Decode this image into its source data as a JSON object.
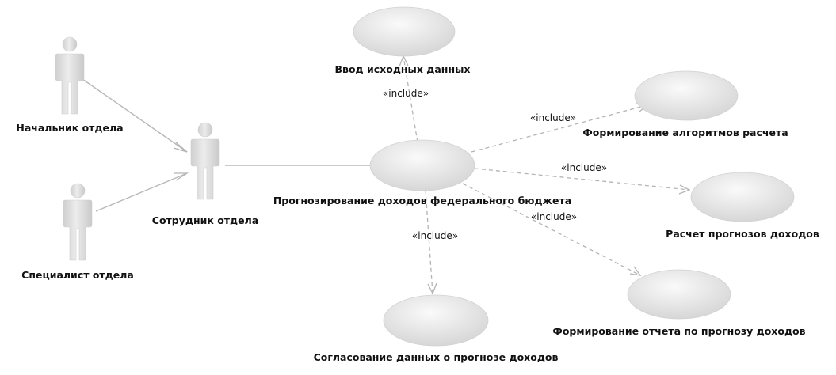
{
  "actors": {
    "head": "Начальник отдела",
    "specialist": "Специалист отдела",
    "employee": "Сотрудник отдела"
  },
  "use_cases": {
    "input": "Ввод исходных данных",
    "algorithms": "Формирование алгоритмов расчета",
    "main": "Прогнозирование доходов федерального бюджета",
    "calc": "Расчет прогнозов доходов",
    "report": "Формирование отчета по прогнозу доходов",
    "approval": "Согласование данных о прогнозе доходов"
  },
  "relations": {
    "include_input": "«include»",
    "include_algorithms": "«include»",
    "include_calc": "«include»",
    "include_report": "«include»",
    "include_approval": "«include»"
  },
  "colors": {
    "actor_fill": "#d9d9d9",
    "usecase_fill": "#e6e6e6",
    "line": "#b8b8b8"
  }
}
